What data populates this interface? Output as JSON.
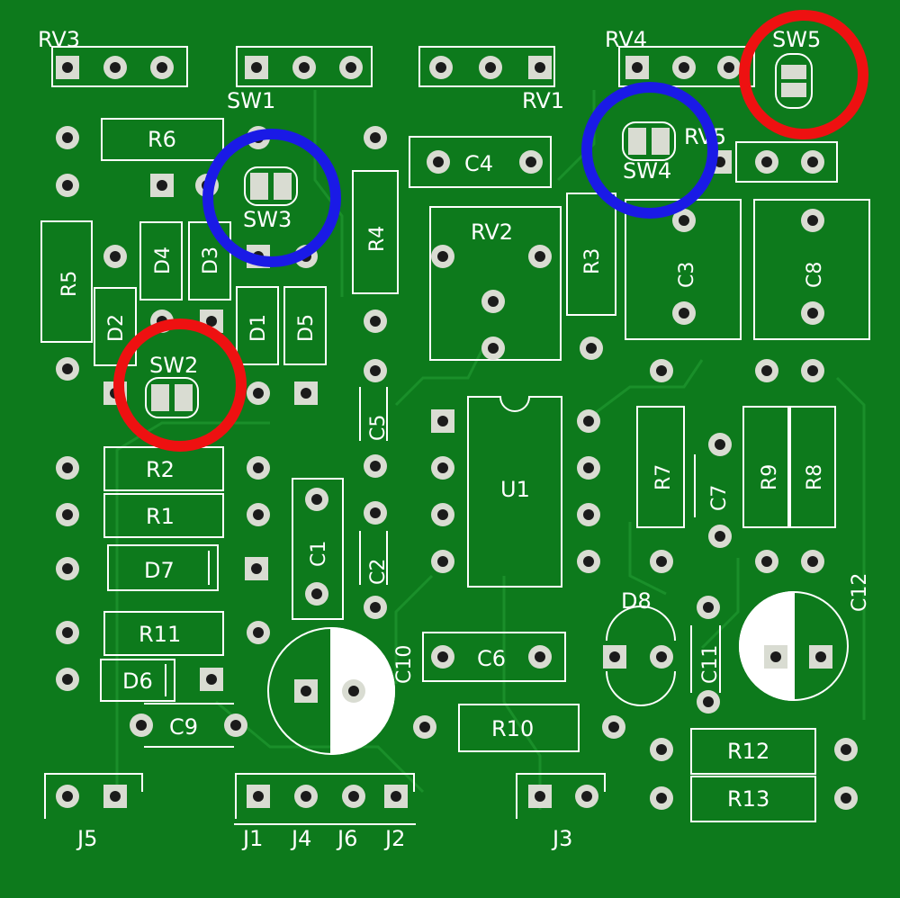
{
  "board": {
    "colors": {
      "mask": "#0d7a1c",
      "trace": "#1a8f2a",
      "silk": "#ffffff",
      "pad": "#d9dcd2",
      "hole": "#1b1b1b",
      "highlight_red": "#ee1111",
      "highlight_blue": "#1a1ae6"
    },
    "highlighted_switches": {
      "red": [
        "SW5",
        "SW2"
      ],
      "blue": [
        "SW4",
        "SW3"
      ]
    }
  },
  "labels": {
    "rv3": "RV3",
    "sw1": "SW1",
    "rv1": "RV1",
    "rv4": "RV4",
    "rv5": "RV5",
    "sw5": "SW5",
    "r6": "R6",
    "sw3": "SW3",
    "c4": "C4",
    "sw4": "SW4",
    "r5": "R5",
    "d4": "D4",
    "d3": "D3",
    "d2": "D2",
    "d1": "D1",
    "d5": "D5",
    "r4": "R4",
    "rv2": "RV2",
    "r3": "R3",
    "c3": "C3",
    "c8": "C8",
    "sw2": "SW2",
    "c5": "C5",
    "u1": "U1",
    "r7": "R7",
    "c7": "C7",
    "r9": "R9",
    "r8": "R8",
    "r2": "R2",
    "r1": "R1",
    "c1": "C1",
    "c2": "C2",
    "d7": "D7",
    "d8": "D8",
    "c12": "C12",
    "r11": "R11",
    "c10": "C10",
    "c6": "C6",
    "c11": "C11",
    "d6": "D6",
    "c9": "C9",
    "r10": "R10",
    "r12": "R12",
    "r13": "R13",
    "j5": "J5",
    "j1": "J1",
    "j4": "J4",
    "j6": "J6",
    "j2": "J2",
    "j3": "J3"
  }
}
